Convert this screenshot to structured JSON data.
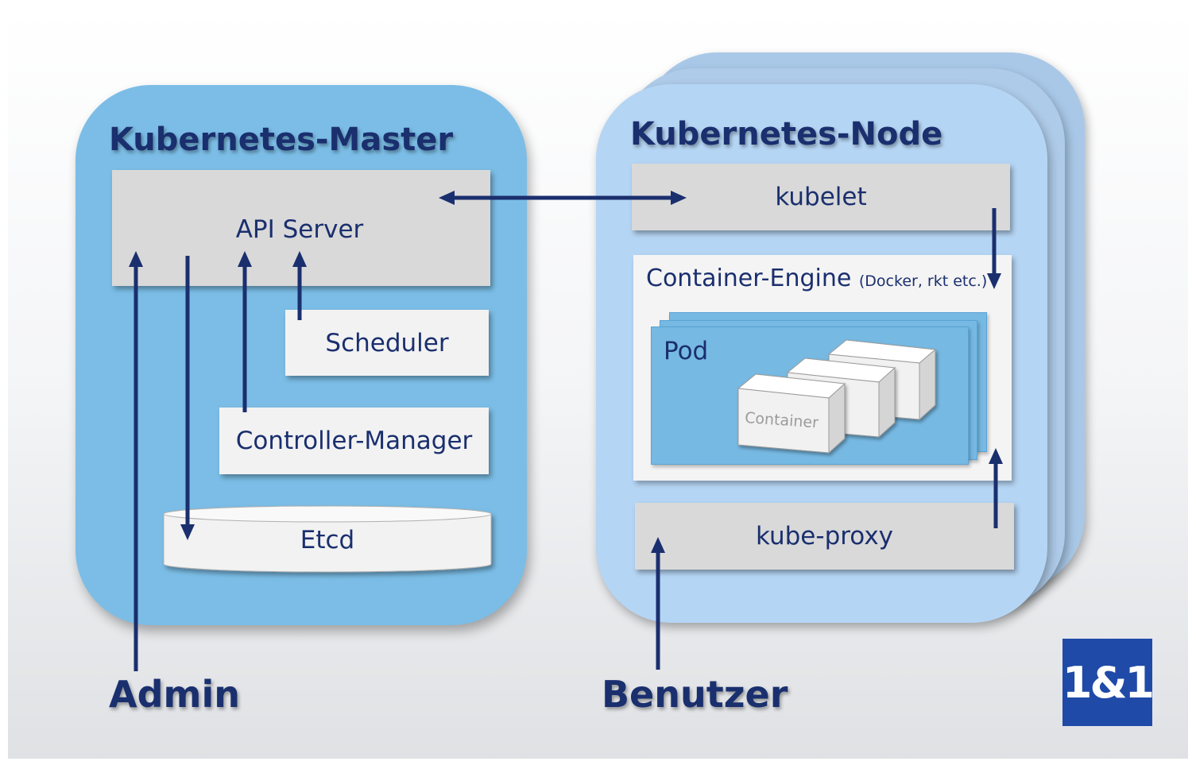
{
  "master": {
    "title": "Kubernetes-Master",
    "api_server": "API Server",
    "scheduler": "Scheduler",
    "controller_manager": "Controller-Manager",
    "etcd": "Etcd"
  },
  "node": {
    "title": "Kubernetes-Node",
    "kubelet": "kubelet",
    "container_engine": "Container-Engine",
    "container_engine_note": "(Docker, rkt etc.)",
    "pod": "Pod",
    "container": "Container",
    "kube_proxy": "kube-proxy"
  },
  "actors": {
    "admin": "Admin",
    "user": "Benutzer"
  },
  "logo": {
    "text": "1&1"
  },
  "colors": {
    "navy": "#1a2f6e",
    "master_blue": "#7bbde6",
    "node_blue": "#b5d5f4",
    "logo_blue": "#1f4aa8"
  }
}
